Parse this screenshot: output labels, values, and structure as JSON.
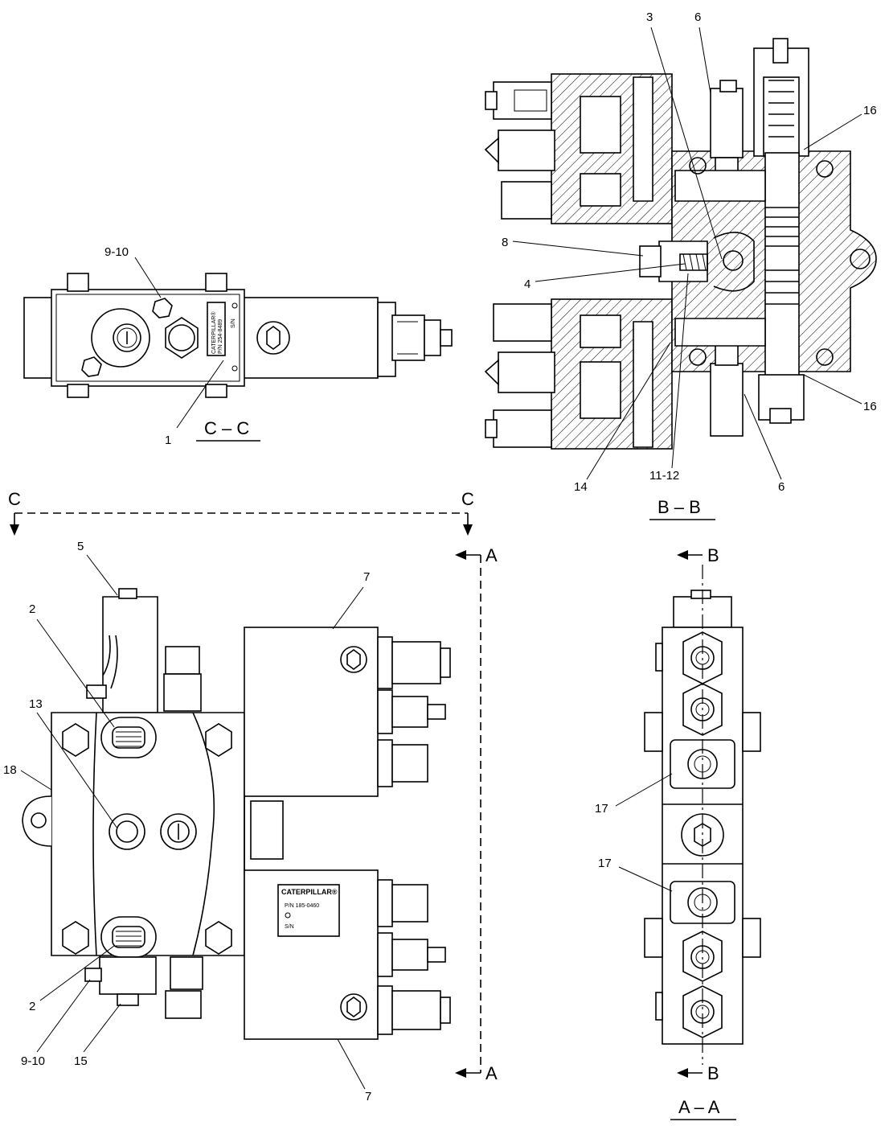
{
  "sections": {
    "cc": "C – C",
    "bb": "B – B",
    "aa": "A – A"
  },
  "cut_marks": {
    "c_left": "C",
    "c_right": "C",
    "a_top": "A",
    "a_bottom": "A",
    "b_top": "B",
    "b_bottom": "B"
  },
  "callouts": {
    "cc_9_10": "9-10",
    "cc_1": "1",
    "bb_3": "3",
    "bb_6_top": "6",
    "bb_16_top": "16",
    "bb_8": "8",
    "bb_4": "4",
    "bb_16_bottom": "16",
    "bb_14": "14",
    "bb_11_12": "11-12",
    "bb_6_bottom": "6",
    "main_5": "5",
    "main_7_top": "7",
    "main_2_top": "2",
    "main_13": "13",
    "main_18": "18",
    "main_2_bottom": "2",
    "main_9_10": "9-10",
    "main_15": "15",
    "main_7_bottom": "7",
    "aa_17_top": "17",
    "aa_17_bottom": "17"
  },
  "nameplates": {
    "brand": "CATERPILLAR®",
    "cc_pn": "P/N 254-8489",
    "cc_sn": "S/N",
    "main_pn": "P/N 185-0460",
    "main_sn": "S/N"
  }
}
